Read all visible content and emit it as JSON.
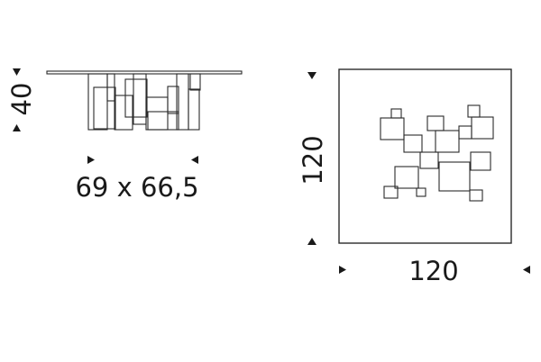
{
  "side_view": {
    "height_label": "40",
    "footprint_label": "69 x 66,5"
  },
  "top_view": {
    "depth_label": "120",
    "width_label": "120"
  },
  "colors": {
    "line": "#2a2a2a",
    "text": "#1a1a1a",
    "background": "#ffffff"
  }
}
